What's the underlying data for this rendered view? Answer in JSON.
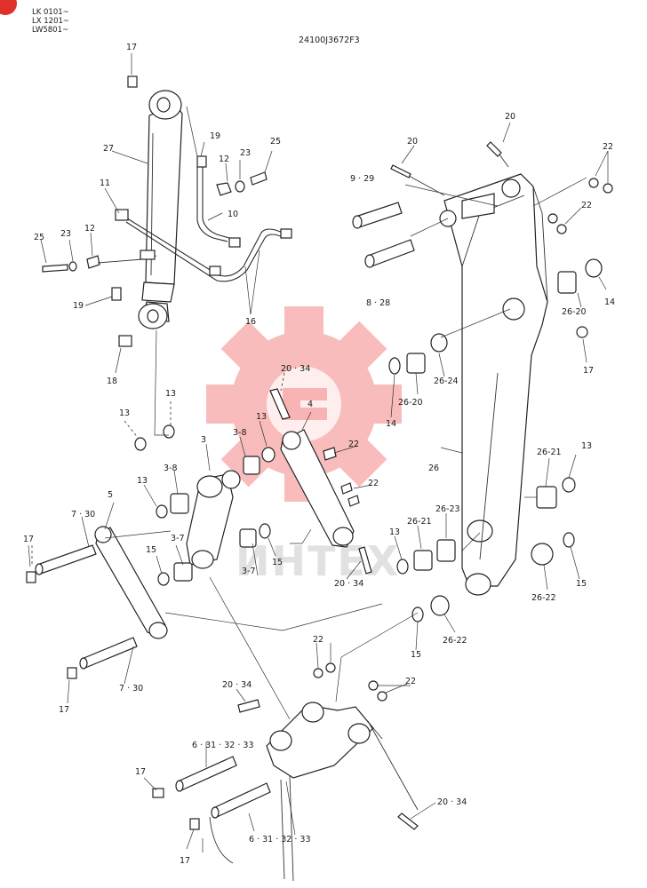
{
  "header": {
    "serial_lines": [
      "LK 0101~",
      "LX 1201~",
      "LW5801~"
    ],
    "drawing_code": "24100J3672F3"
  },
  "watermark": {
    "text": "ИНТЕХ",
    "color": "#f26d6d"
  },
  "callouts": {
    "c17a": "17",
    "c27": "27",
    "c19a": "19",
    "c12a": "12",
    "c23a": "23",
    "c25a": "25",
    "c11": "11",
    "c10": "10",
    "c25b": "25",
    "c23b": "23",
    "c12b": "12",
    "c16": "16",
    "c19b": "19",
    "c18": "18",
    "c13a": "13",
    "c13b": "13",
    "c3": "3",
    "c3_8a": "3-8",
    "c13c": "13",
    "c20_34a": "20 · 34",
    "c4": "4",
    "c22a": "22",
    "c22b": "22",
    "c3_8b": "3-8",
    "c13d": "13",
    "c5": "5",
    "c7_30a": "7 · 30",
    "c17b": "17",
    "c15a": "15",
    "c3_7a": "3-7",
    "c3_7b": "3-7",
    "c15b": "15",
    "c17c": "17",
    "c7_30b": "7 · 30",
    "c20a": "20",
    "c20b": "20",
    "c22c": "22",
    "c9_29": "9 · 29",
    "c22d": "22",
    "c8_28": "8 · 28",
    "c14a": "14",
    "c26_20a": "26-20",
    "c17d": "17",
    "c26_24": "26-24",
    "c14b": "14",
    "c26_20b": "26-20",
    "c26": "26",
    "c26_21a": "26-21",
    "c13e": "13",
    "c26_21b": "26-21",
    "c26_23": "26-23",
    "c13f": "13",
    "c20_34b": "20 · 34",
    "c15c": "15",
    "c26_22a": "26-22",
    "c15d": "15",
    "c26_22b": "26-22",
    "c22e": "22",
    "c22f": "22",
    "c20_34c": "20 · 34",
    "c6_31a": "6 · 31 · 32 · 33",
    "c17e": "17",
    "c17f": "17",
    "c6_31b": "6 · 31 · 32 · 33",
    "c20_34d": "20 · 34"
  }
}
